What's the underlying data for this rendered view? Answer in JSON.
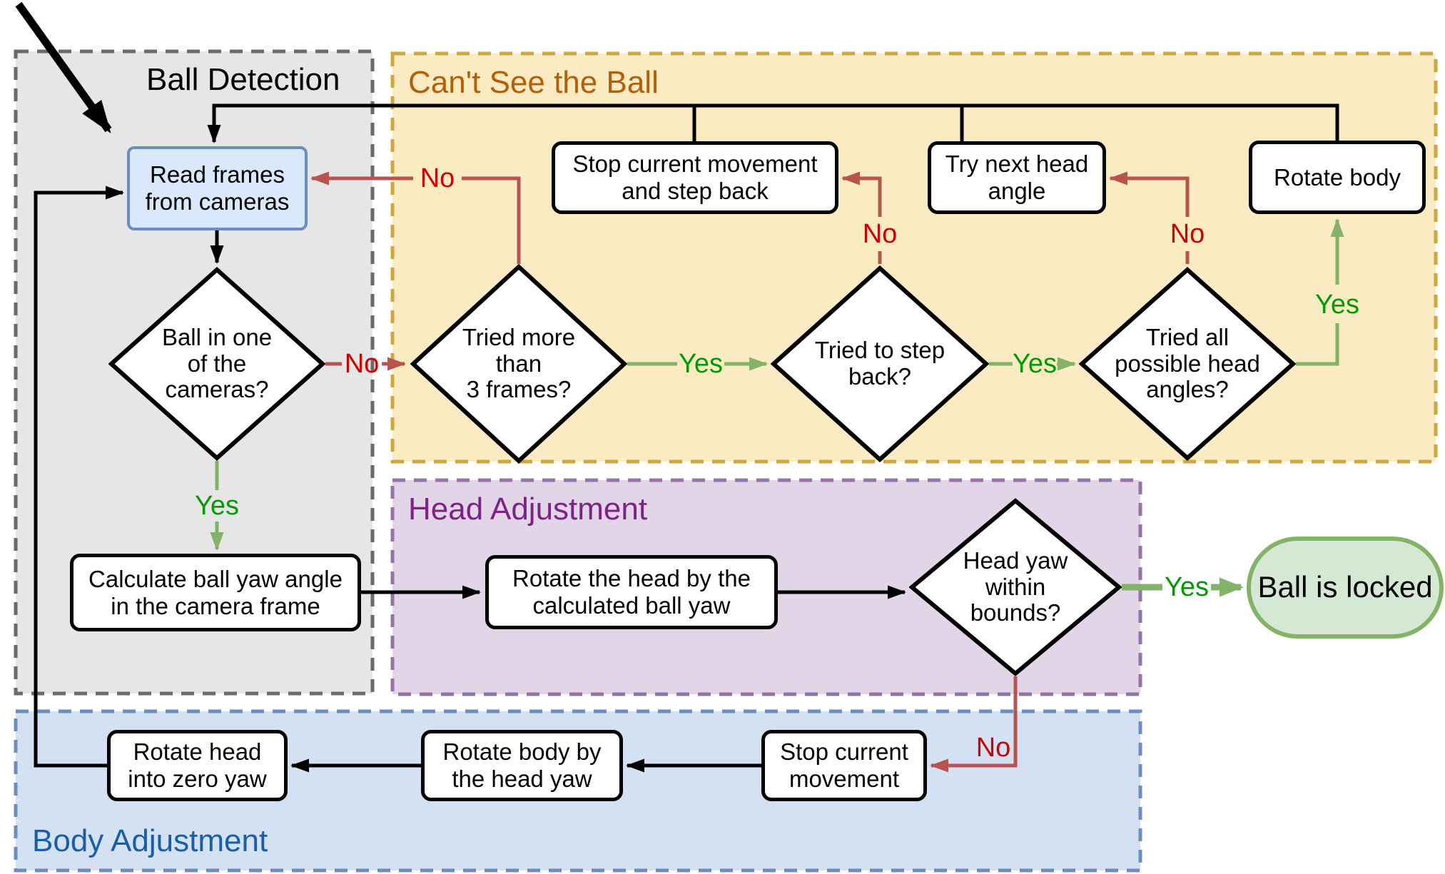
{
  "figure": {
    "type": "flowchart",
    "description_visible_text_only": true
  },
  "regions": {
    "ball_detection": {
      "title": "Ball Detection",
      "fill": "#E6E6E6",
      "border": "#6B6B6B",
      "title_color": "#000000"
    },
    "cant_see_the_ball": {
      "title": "Can't See the Ball",
      "fill": "#FAEBC3",
      "border": "#D0A73C",
      "title_color": "#B45F06"
    },
    "head_adjustment": {
      "title": "Head Adjustment",
      "fill": "#E1D5E7",
      "border": "#9673A6",
      "title_color": "#7E2287"
    },
    "body_adjustment": {
      "title": "Body Adjustment",
      "fill": "#D4E1F3",
      "border": "#6C8EBF",
      "title_color": "#1A5EA8"
    }
  },
  "nodes": {
    "read_frames": {
      "label": "Read frames\nfrom cameras"
    },
    "ball_in_cameras": {
      "label": "Ball in one\nof the\ncameras?"
    },
    "calc_ball_yaw": {
      "label": "Calculate ball yaw angle\nin the camera frame"
    },
    "tried_3_frames": {
      "label": "Tried more\nthan\n3 frames?"
    },
    "stop_and_step_back": {
      "label": "Stop current movement\nand step back"
    },
    "tried_step_back": {
      "label": "Tried to step\nback?"
    },
    "try_next_head_angle": {
      "label": "Try next head\nangle"
    },
    "tried_all_angles": {
      "label": "Tried all\npossible head\nangles?"
    },
    "rotate_body": {
      "label": "Rotate body"
    },
    "rotate_head_by_yaw": {
      "label": "Rotate the head by the\ncalculated ball yaw"
    },
    "head_yaw_bounds": {
      "label": "Head yaw\nwithin\nbounds?"
    },
    "ball_locked": {
      "label": "Ball is locked"
    },
    "stop_current_movement": {
      "label": "Stop current\nmovement"
    },
    "rotate_body_by_head_yaw": {
      "label": "Rotate body by\nthe head yaw"
    },
    "rotate_head_zero_yaw": {
      "label": "Rotate head\ninto zero yaw"
    }
  },
  "edge_labels": {
    "yes": "Yes",
    "no": "No"
  },
  "colors": {
    "flow_line": "#000000",
    "yes_line": "#82B366",
    "yes_text": "#009900",
    "no_line": "#B85450",
    "no_text": "#CC0000",
    "start_node_fill": "#DAE8FC",
    "start_node_border": "#6C8EBF",
    "terminal_fill": "#D5E8D4",
    "terminal_border": "#82B366"
  }
}
